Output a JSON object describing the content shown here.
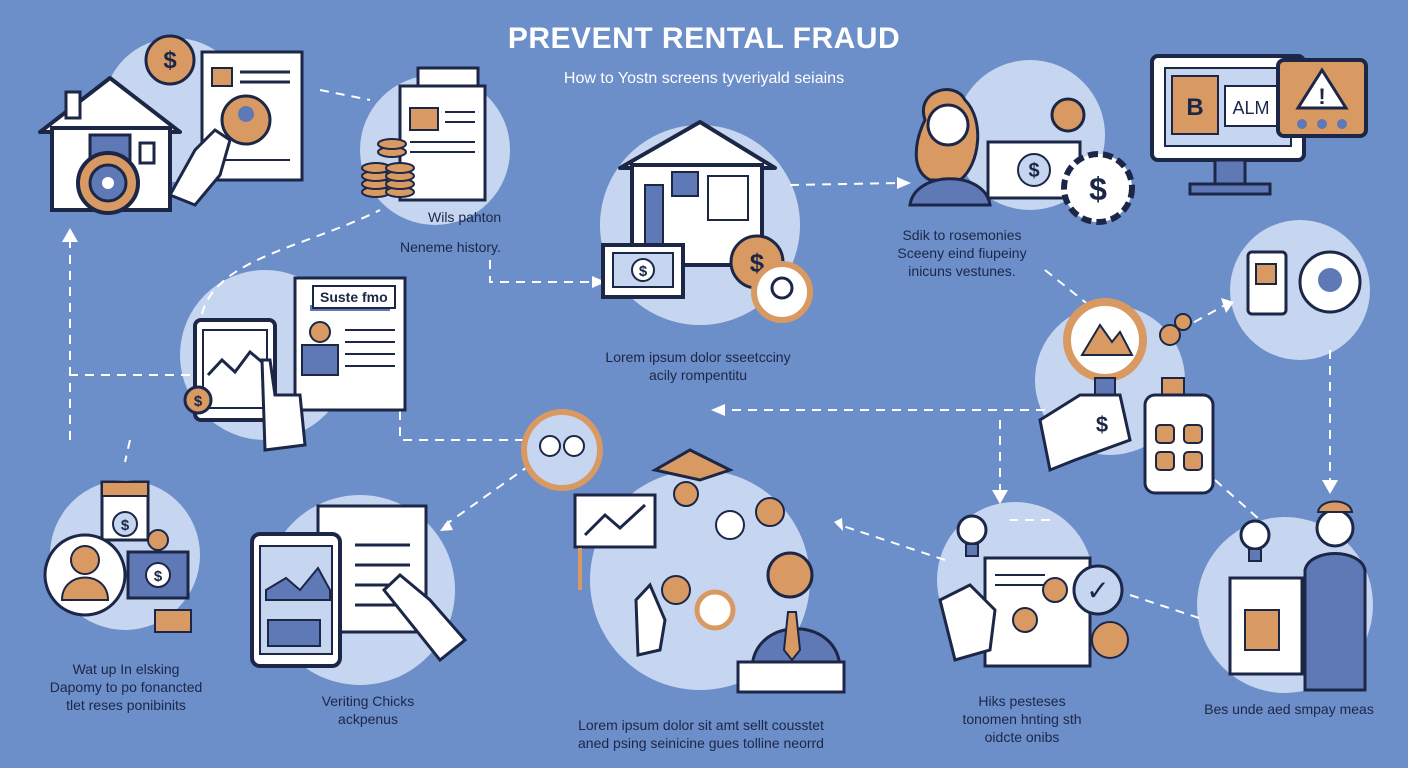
{
  "header": {
    "title": "PREVENT RENTAL FRAUD",
    "subtitle": "How to Yostn screens tyveriyald seiains"
  },
  "captions": {
    "wils": {
      "line1": "Wils pahton",
      "line2": "Neneme history."
    },
    "suste_box": "Suste fmo",
    "lorem_mid": {
      "line1": "Lorem ipsum dolor sseetcciny",
      "line2": "acily rompentitu"
    },
    "sdik": {
      "line1": "Sdik to rosemonies",
      "line2": "Sceeny  eind  fiupeiny",
      "line3": "inicuns vestunes."
    },
    "watup": {
      "line1": "Wat up In elsking",
      "line2": "Dapomy to po fonancted",
      "line3": "tlet reses ponibinits"
    },
    "veriting": {
      "line1": "Veriting Chicks",
      "line2": "ackpenus"
    },
    "lorem_bottom": {
      "line1": "Lorem ipsum dolor sit amt sellt cousstet",
      "line2": "aned psing seinicine gues tolline neorrd"
    },
    "hiks": {
      "line1": "Hiks pesteses",
      "line2": "tonomen hnting sth",
      "line3": "oidcte onibs"
    },
    "bes": "Bes unde aed smpay meas"
  },
  "icons": {
    "dollar": "$",
    "warning": "!",
    "check": "✓",
    "screen_text_1": "ALM",
    "screen_text_2": "B"
  },
  "colors": {
    "background": "#6c8ec9",
    "circle": "#c7d6f0",
    "navy": "#1c2748",
    "accent": "#d89a62",
    "white": "#ffffff"
  }
}
